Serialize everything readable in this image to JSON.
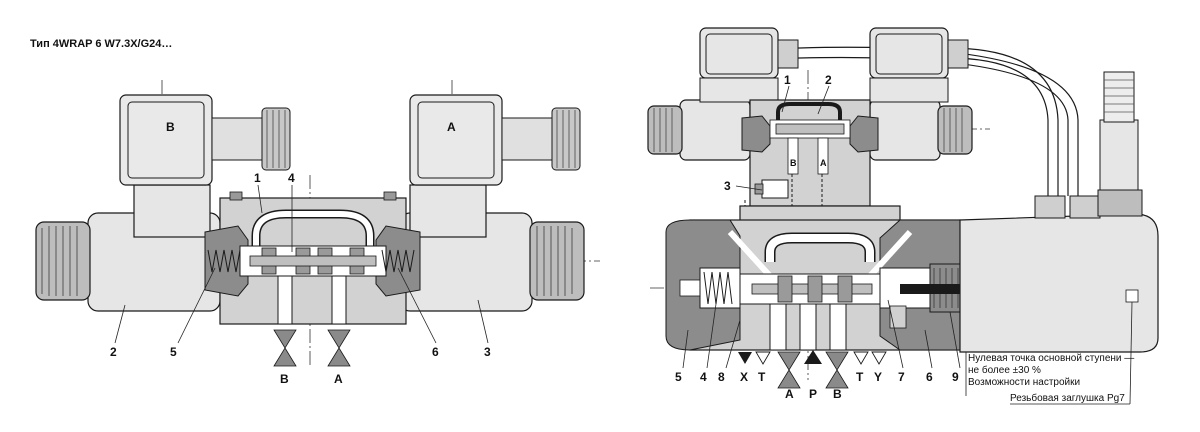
{
  "title": "Тип 4WRAP 6 W7.3X/G24…",
  "left_view": {
    "coil_labels": [
      "B",
      "A"
    ],
    "callouts": [
      "1",
      "4",
      "2",
      "5",
      "6",
      "3"
    ],
    "ports": [
      "B",
      "A"
    ]
  },
  "right_view": {
    "callouts": [
      "1",
      "2",
      "3",
      "5",
      "4",
      "8",
      "7",
      "6",
      "9"
    ],
    "inner_labels": [
      "B",
      "A"
    ],
    "ports_row1": [
      "X",
      "T",
      "T",
      "Y"
    ],
    "ports_row2": [
      "A",
      "P",
      "B"
    ],
    "notes": {
      "zero_point": "Нулевая точка основной ступени —",
      "zero_point_tolerance": "не более ±30 %",
      "adjustment": "Возможности настройки",
      "plug": "Резьбовая заглушка Pg7"
    }
  },
  "colors": {
    "body": "#d2d2d2",
    "dark": "#7a7a7a",
    "section": "#8c8c8c",
    "line": "#1a1a1a"
  }
}
